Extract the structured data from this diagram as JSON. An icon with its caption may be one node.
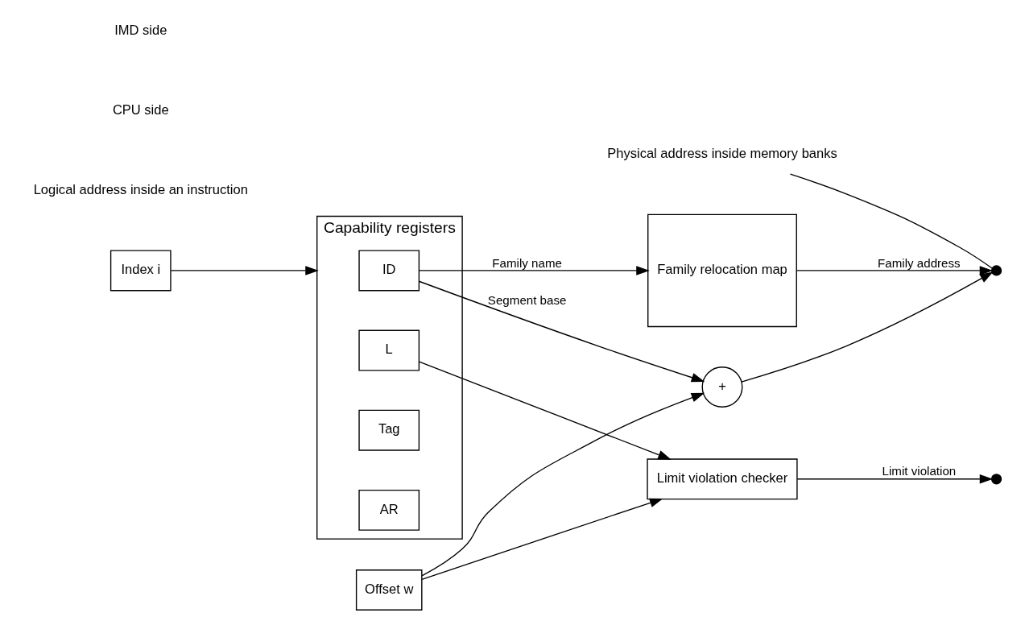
{
  "diagram": {
    "nodes": [
      {
        "text": [
          "Capability registers"
        ]
      },
      {
        "text": [
          "ID"
        ],
        "in": 0
      },
      {
        "text": [
          "L"
        ],
        "in": 0
      },
      {
        "text": [
          "Tag"
        ],
        "in": 0
      },
      {
        "text": [
          "AR"
        ],
        "in": 0
      },
      {
        "text": [
          "Index i"
        ]
      },
      {
        "text": [
          "Offset w"
        ]
      },
      {
        "text": [
          "Limit violation checker"
        ]
      },
      {
        "text": [
          "Family relocation map"
        ]
      },
      {
        "text": [
          "+"
        ]
      },
      {
        "text": [],
        "shape": "circle"
      },
      {
        "text": [
          "Physical address inside memory banks"
        ]
      },
      {
        "text": [],
        "shape": "circle"
      }
    ],
    "edges": [
      {
        "from": 5,
        "to": 0,
        "arrow": "to"
      },
      {
        "from": 6,
        "to": 7,
        "arrow": "to"
      },
      {
        "from": 6,
        "to": 9,
        "arrow": "to"
      },
      {
        "from": 2,
        "to": 7,
        "arrow": "to"
      },
      {
        "from": 1,
        "to": 8,
        "label": "Family name",
        "arrow": "to"
      },
      {
        "from": 1,
        "to": 9,
        "label": "Segment base",
        "arrow": "to"
      },
      {
        "from": 8,
        "to": 10,
        "label": "Family address",
        "arrow": "to"
      },
      {
        "from": 9,
        "to": 10,
        "arrow": "to"
      },
      {
        "from": 7,
        "to": 12,
        "label": "Limit violation",
        "arrow": "to"
      },
      {
        "from": 11,
        "to": 10,
        "arrow": "none"
      }
    ],
    "labels": [
      "Logical address inside an instruction",
      "CPU side",
      "IMD side"
    ]
  }
}
